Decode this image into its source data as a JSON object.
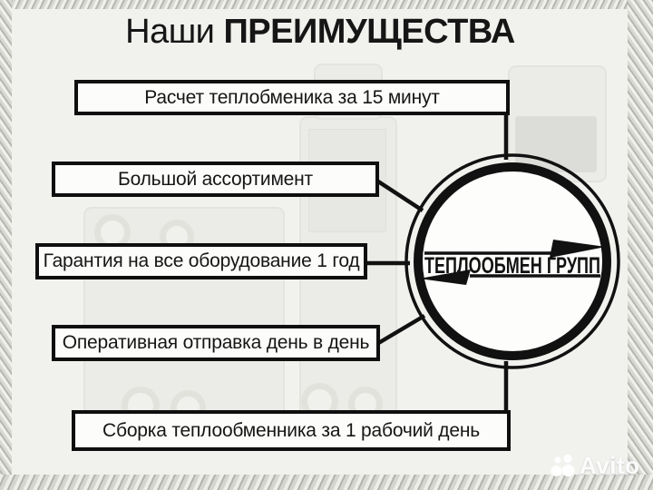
{
  "title": {
    "prefix": "Наши",
    "emphasis": "ПРЕИМУЩЕСТВА"
  },
  "advantages": [
    {
      "label": "Расчет теплобменика за 15 минут"
    },
    {
      "label": "Большой ассортимент"
    },
    {
      "label": "Гарантия на все оборудование 1 год"
    },
    {
      "label": "Оперативная отправка день в день"
    },
    {
      "label": "Сборка теплообменника за 1 рабочий день"
    }
  ],
  "logo": {
    "name": "ТЕПЛООБМЕН ГРУПП"
  },
  "watermark": {
    "brand": "Avito"
  },
  "colors": {
    "ink": "#111111",
    "background": "#f1f1ee",
    "box_fill": "#fcfcfa",
    "frame_silver": "#c9c9c3",
    "watermark_white": "#ffffff"
  }
}
